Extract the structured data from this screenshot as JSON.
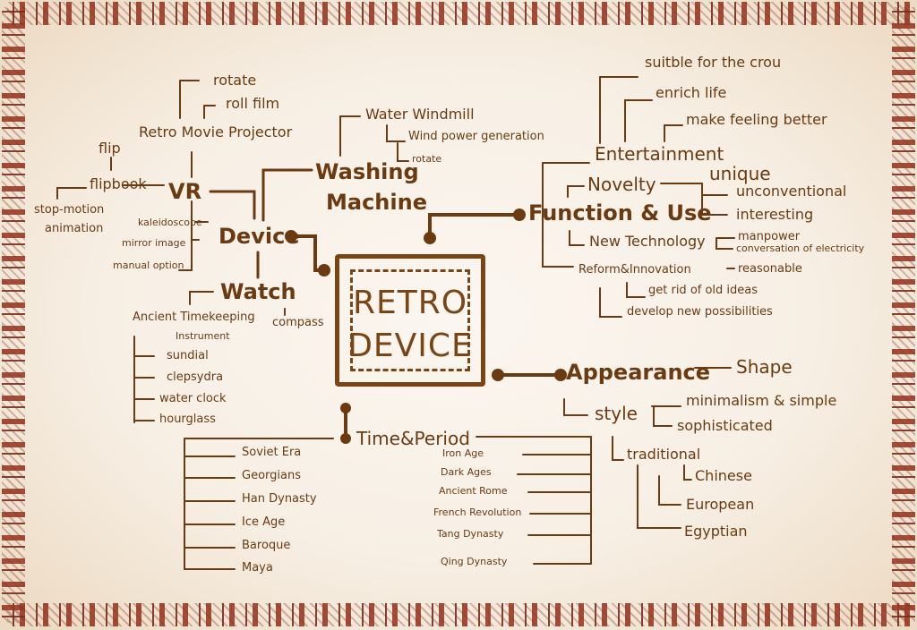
{
  "center": {
    "line1": "RETRO",
    "line2": "DEVICE"
  },
  "device": {
    "title": "Device",
    "vr": {
      "title": "VR",
      "retro_movie_projector": "Retro Movie Projector",
      "rotate": "rotate",
      "roll_film": "roll film",
      "flipbook": "flipbook",
      "flip": "flip",
      "stop_motion": "stop-motion",
      "animation": "animation",
      "kaleidoscope": "kaleidoscope",
      "mirror_image": "mirror image",
      "manual_option": "manual option"
    },
    "washing_machine": {
      "line1": "Washing",
      "line2": "Machine",
      "water_windmill": "Water Windmill",
      "wind_power": "Wind power generation",
      "rotate": "rotate"
    },
    "watch": {
      "title": "Watch",
      "compass": "compass",
      "ancient_timekeeping": "Ancient Timekeeping",
      "instrument": "Instrument",
      "items": [
        "sundial",
        "clepsydra",
        "water clock",
        "hourglass"
      ]
    }
  },
  "function_use": {
    "title": "Function & Use",
    "entertainment": "Entertainment",
    "suitable": "suitble for the crou",
    "enrich": "enrich life",
    "feeling": "make feeling better",
    "novelty": "Novelty",
    "unique": "unique",
    "unconventional": "unconventional",
    "interesting": "interesting",
    "new_technology": "New Technology",
    "manpower": "manpower",
    "electricity": "conversation of electricity",
    "reform": "Reform&Innovation",
    "reasonable": "reasonable",
    "old_ideas": "get rid of old ideas",
    "possibilities": "develop new possibilities"
  },
  "appearance": {
    "title": "Appearance",
    "shape": "Shape",
    "style": "style",
    "minimalism": "minimalism & simple",
    "sophisticated": "sophisticated",
    "traditional": "traditional",
    "chinese": "Chinese",
    "european": "European",
    "egyptian": "Egyptian"
  },
  "time_period": {
    "title": "Time&Period",
    "left": [
      "Soviet Era",
      "Georgians",
      "Han Dynasty",
      "Ice Age",
      "Baroque",
      "Maya"
    ],
    "right": [
      "Iron Age",
      "Dark Ages",
      "Ancient Rome",
      "French Revolution",
      "Tang Dynasty",
      "Qing Dynasty"
    ]
  },
  "colors": {
    "ink": "#6b3a10",
    "border": "#7a2d1c",
    "background": "#f7efe4"
  }
}
